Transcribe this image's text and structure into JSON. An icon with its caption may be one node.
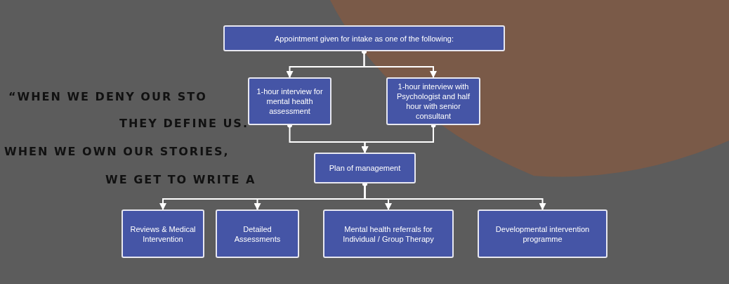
{
  "diagram": {
    "nodes": [
      {
        "text": [
          "Appointment given for intake as one of the following:"
        ]
      },
      {
        "text": [
          "1-hour interview for mental health assessment"
        ]
      },
      {
        "text": [
          "1-hour interview with Psychologist and half hour with senior consultant"
        ]
      },
      {
        "text": [
          "Plan of management"
        ]
      },
      {
        "text": [
          "Reviews & Medical Intervention"
        ]
      },
      {
        "text": [
          "Detailed Assessments"
        ]
      },
      {
        "text": [
          "Mental health referrals for Individual / Group Therapy"
        ]
      },
      {
        "text": [
          "Developmental intervention programme"
        ]
      }
    ],
    "edges": [
      {
        "from": 0,
        "to": 1,
        "arrow": "to"
      },
      {
        "from": 0,
        "to": 2,
        "arrow": "to"
      },
      {
        "from": 1,
        "to": 3,
        "arrow": "to"
      },
      {
        "from": 2,
        "to": 3,
        "arrow": "to"
      },
      {
        "from": 3,
        "to": 4,
        "arrow": "to"
      },
      {
        "from": 3,
        "to": 5,
        "arrow": "to"
      },
      {
        "from": 3,
        "to": 6,
        "arrow": "to"
      },
      {
        "from": 3,
        "to": 7,
        "arrow": "to"
      }
    ],
    "labels": [
      "“WHEN WE DENY OUR STO",
      "THEY DEFINE US.",
      "WHEN WE OWN OUR STORIES,",
      "WE GET TO WRITE A"
    ]
  }
}
